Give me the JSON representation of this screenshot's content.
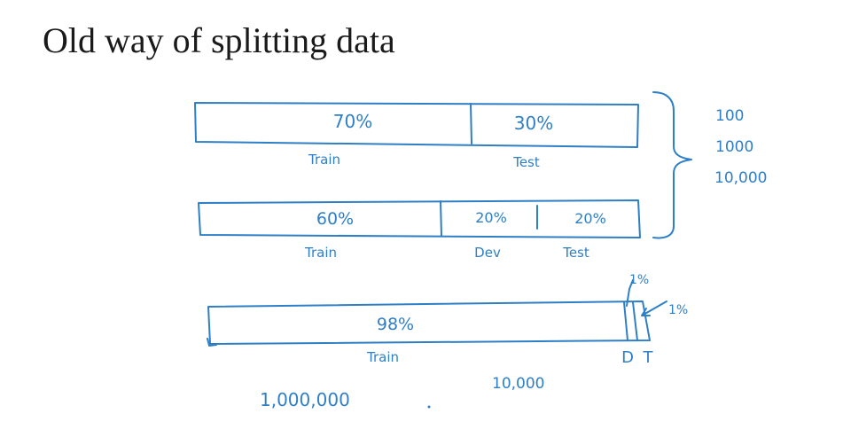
{
  "slide": {
    "title": "Old way of splitting data",
    "ink_color": "#2f7fc6",
    "title_color": "#1a1a1a",
    "background": "#ffffff"
  },
  "diagram": {
    "split_1": {
      "train_pct": "70%",
      "test_pct": "30%",
      "train_label": "Train",
      "test_label": "Test"
    },
    "split_2": {
      "train_pct": "60%",
      "dev_pct": "20%",
      "test_pct": "20%",
      "train_label": "Train",
      "dev_label": "Dev",
      "test_label": "Test"
    },
    "dataset_sizes": [
      "100",
      "1000",
      "10,000"
    ],
    "split_3": {
      "train_pct": "98%",
      "dev_pct": "1%",
      "test_pct": "1%",
      "train_label": "Train",
      "dev_label": "D",
      "test_label": "T",
      "total_examples": "1,000,000",
      "dev_test_examples": "10,000"
    }
  }
}
